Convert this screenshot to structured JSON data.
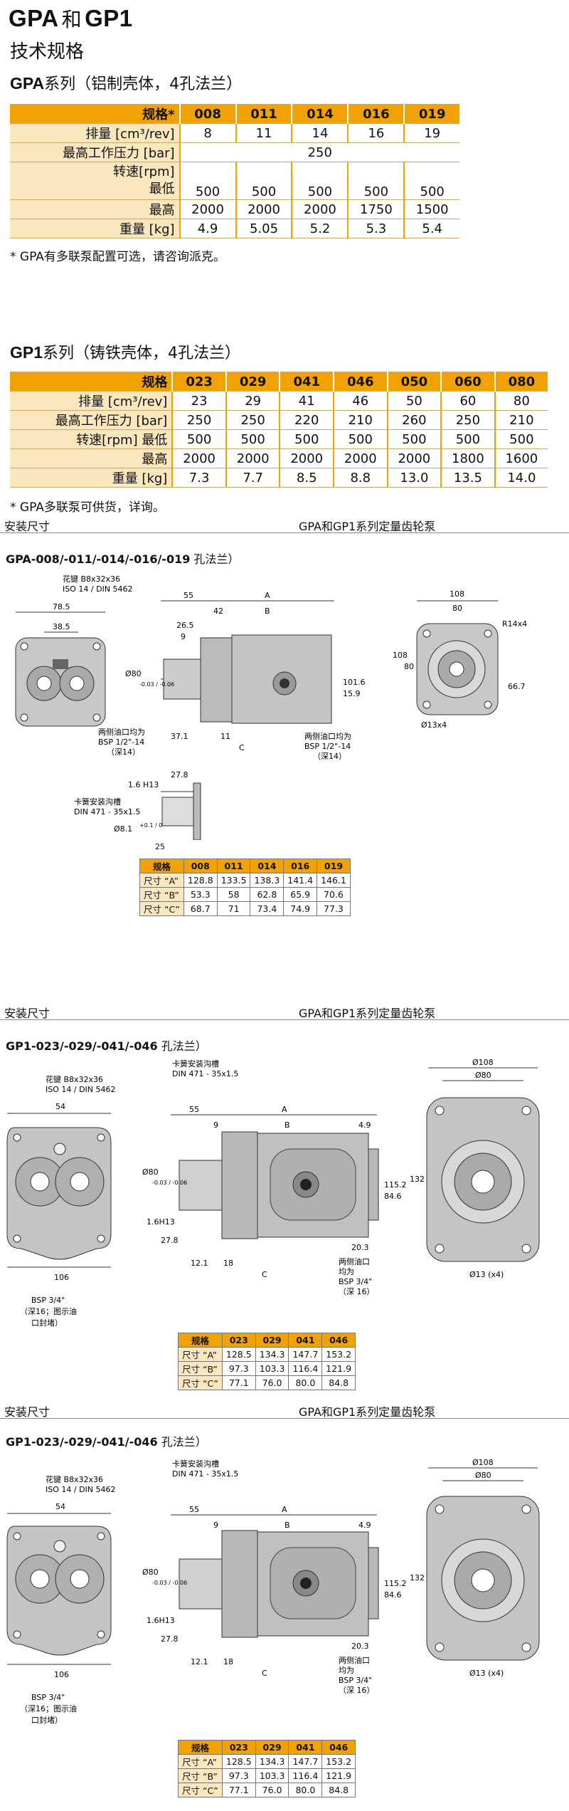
{
  "header": {
    "title_a": "GPA",
    "title_and": "和",
    "title_b": "GP1",
    "subtitle": "技术规格"
  },
  "gpa_series": {
    "heading_bold": "GPA",
    "heading_rest": "系列（铝制壳体，4孔法兰）",
    "size_label": "规格*",
    "sizes": [
      "008",
      "011",
      "014",
      "016",
      "019"
    ],
    "displacement_label": "排量 [cm³/rev]",
    "displacement": [
      "8",
      "11",
      "14",
      "16",
      "19"
    ],
    "max_pressure_label": "最高工作压力 [bar]",
    "max_pressure": "250",
    "speed_label": "转速[rpm]",
    "min_label": "最低",
    "max_label": "最高",
    "speed_min": [
      "500",
      "500",
      "500",
      "500",
      "500"
    ],
    "speed_max": [
      "2000",
      "2000",
      "2000",
      "1750",
      "1500"
    ],
    "weight_label": "重量 [kg]",
    "weight": [
      "4.9",
      "5.05",
      "5.2",
      "5.3",
      "5.4"
    ],
    "note": "* GPA有多联泵配置可选，请咨询派克。"
  },
  "gp1_series": {
    "heading_bold": "GP1",
    "heading_rest": "系列（铸铁壳体，4孔法兰）",
    "size_label": "规格",
    "sizes": [
      "023",
      "029",
      "041",
      "046",
      "050",
      "060",
      "080"
    ],
    "displacement_label": "排量 [cm³/rev]",
    "displacement": [
      "23",
      "29",
      "41",
      "46",
      "50",
      "60",
      "80"
    ],
    "max_pressure_label": "最高工作压力 [bar]",
    "max_pressure": [
      "250",
      "250",
      "220",
      "210",
      "260",
      "250",
      "210"
    ],
    "speed_label": "转速[rpm]",
    "min_label": "最低",
    "max_label": "最高",
    "speed_min": [
      "500",
      "500",
      "500",
      "500",
      "500",
      "500",
      "500"
    ],
    "speed_max": [
      "2000",
      "2000",
      "2000",
      "2000",
      "2000",
      "1800",
      "1600"
    ],
    "weight_label": "重量 [kg]",
    "weight": [
      "7.3",
      "7.7",
      "8.5",
      "8.8",
      "13.0",
      "13.5",
      "14.0"
    ],
    "note": "* GPA多联泵可供货，详询。"
  },
  "section_band": {
    "left": "安装尺寸",
    "right": "GPA和GP1系列定量齿轮泵"
  },
  "fig1": {
    "title_bold": "GPA-008/-011/-014/-016/-019",
    "title_rest": " 孔法兰）",
    "labels": {
      "spline": "花键 B8x32x36",
      "iso": "ISO 14 / DIN 5462",
      "d785": "78.5",
      "d385": "38.5",
      "d55": "55",
      "dA": "A",
      "d42": "42",
      "dB": "B",
      "d265": "26.5",
      "d9": "9",
      "dia80": "Ø80",
      "tol": "-0.03 / -0.06",
      "d1016": "101.6",
      "d159": "15.9",
      "d371": "37.1",
      "d11": "11",
      "dC": "C",
      "port1": "两侧油口均为",
      "port2": "BSP 1/2\"-14",
      "port3": "（深14）",
      "port_l1": "两侧油口均为",
      "port_l2": "BSP 1/2\"-14",
      "port_l3": "（深14）",
      "d108": "108",
      "d80": "80",
      "r14": "R14x4",
      "d108v": "108",
      "d80v": "80",
      "d667": "66.7",
      "hole": "Ø13x4",
      "d278": "27.8",
      "h13": "1.6 H13",
      "groove": "卡簧安装沟槽",
      "din": "DIN 471 - 35x1.5",
      "dia81": "Ø8.1",
      "tol2": "+0.1 / 0",
      "d25": "25"
    },
    "table": {
      "header": [
        "规格",
        "008",
        "011",
        "014",
        "016",
        "019"
      ],
      "rows": [
        [
          "尺寸 “A”",
          "128.8",
          "133.5",
          "138.3",
          "141.4",
          "146.1"
        ],
        [
          "尺寸 “B”",
          "53.3",
          "58",
          "62.8",
          "65.9",
          "70.6"
        ],
        [
          "尺寸 “C”",
          "68.7",
          "71",
          "73.4",
          "74.9",
          "77.3"
        ]
      ]
    }
  },
  "fig2": {
    "title_bold": "GP1-023/-029/-041/-046",
    "title_rest": " 孔法兰）",
    "labels": {
      "groove": "卡簧安装沟槽",
      "din": "DIN 471 - 35x1.5",
      "spline": "花键 B8x32x36",
      "iso": "ISO 14 / DIN 5462",
      "d54": "54",
      "d106": "106",
      "bsp1": "BSP 3/4\"",
      "bsp2": "（深16；图示油",
      "bsp3": "口封堵）",
      "d55": "55",
      "d9": "9",
      "dA": "A",
      "dB": "B",
      "d49": "4.9",
      "dia80": "Ø80",
      "tol": "-0.03 / -0.06",
      "h13": "1.6H13",
      "d278": "27.8",
      "d121": "12.1",
      "d18": "18",
      "dC": "C",
      "d203": "20.3",
      "d1152": "115.2",
      "d846": "84.6",
      "port1": "两侧油口",
      "port2": "均为",
      "port3": "BSP 3/4\"",
      "port4": "（深 16）",
      "dia108": "Ø108",
      "dia80b": "Ø80",
      "d132": "132",
      "hole": "Ø13 (x4)"
    },
    "table": {
      "header": [
        "规格",
        "023",
        "029",
        "041",
        "046"
      ],
      "rows": [
        [
          "尺寸 “A”",
          "128.5",
          "134.3",
          "147.7",
          "153.2"
        ],
        [
          "尺寸 “B”",
          "97.3",
          "103.3",
          "116.4",
          "121.9"
        ],
        [
          "尺寸 “C”",
          "77.1",
          "76.0",
          "80.0",
          "84.8"
        ]
      ]
    }
  },
  "colors": {
    "accent": "#f2a200",
    "row_label_bg": "#fbe7be",
    "body_gray": "#c8c8c8"
  }
}
